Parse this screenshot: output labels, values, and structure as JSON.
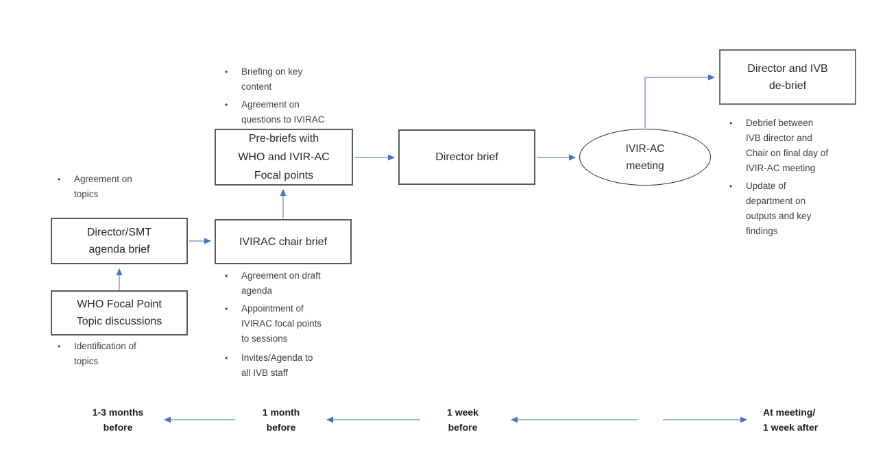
{
  "boxes": {
    "director_smt": "Director/SMT\nagenda brief",
    "who_focal": "WHO Focal Point\nTopic discussions",
    "ivirac_chair": "IVIRAC chair brief",
    "pre_briefs": "Pre-briefs with\nWHO and IVIR-AC\nFocal points",
    "director_brief": "Director brief",
    "ivir_ac_meeting": "IVIR-AC\nmeeting",
    "debrief": "Director and IVB\nde-brief"
  },
  "notes": {
    "agreement_topics": {
      "items": [
        "Agreement on\ntopics"
      ]
    },
    "identification": {
      "items": [
        "Identification of\ntopics"
      ]
    },
    "pre_brief": {
      "items": [
        "Briefing on key\ncontent",
        "Agreement on\nquestions to IVIRAC"
      ]
    },
    "chair_brief": {
      "items": [
        "Agreement on draft\nagenda",
        "Appointment of\nIVIRAC focal points\nto sessions",
        "Invites/Agenda to\nall IVB staff"
      ]
    },
    "debrief": {
      "items": [
        "Debrief between\nIVB director and\nChair on final day of\nIVIR-AC meeting",
        "Update of\ndepartment on\noutputs and key\nfindings"
      ]
    }
  },
  "timeline": {
    "labels": [
      "1-3 months\nbefore",
      "1 month\nbefore",
      "1 week\nbefore",
      "At meeting/\n1 week after"
    ]
  },
  "bullet_glyph": "•",
  "colors": {
    "arrow_line": "#7f9cc9",
    "arrow_head": "#4472C4",
    "box_border": "#595959",
    "ellipse_border": "#2b2b2b",
    "text": "#262626"
  }
}
